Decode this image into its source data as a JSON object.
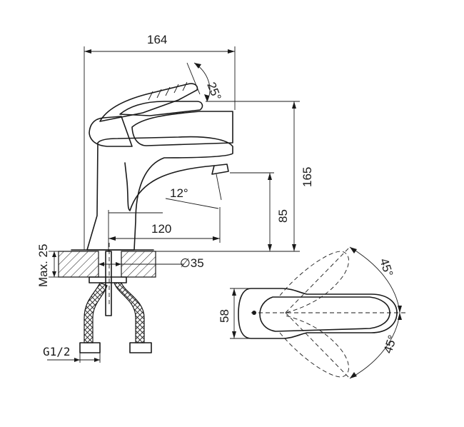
{
  "dimensions": {
    "total_width": "164",
    "handle_angle": "25°",
    "total_height": "165",
    "spout_angle": "12°",
    "spout_height": "85",
    "spout_reach": "120",
    "max_deck": "Max. 25",
    "hole_diameter": "∅35",
    "thread": "G1/2",
    "base_width": "58",
    "rotation_top": "45°",
    "rotation_bottom": "45°"
  },
  "colors": {
    "line": "#1a1a1a",
    "background": "#ffffff"
  }
}
